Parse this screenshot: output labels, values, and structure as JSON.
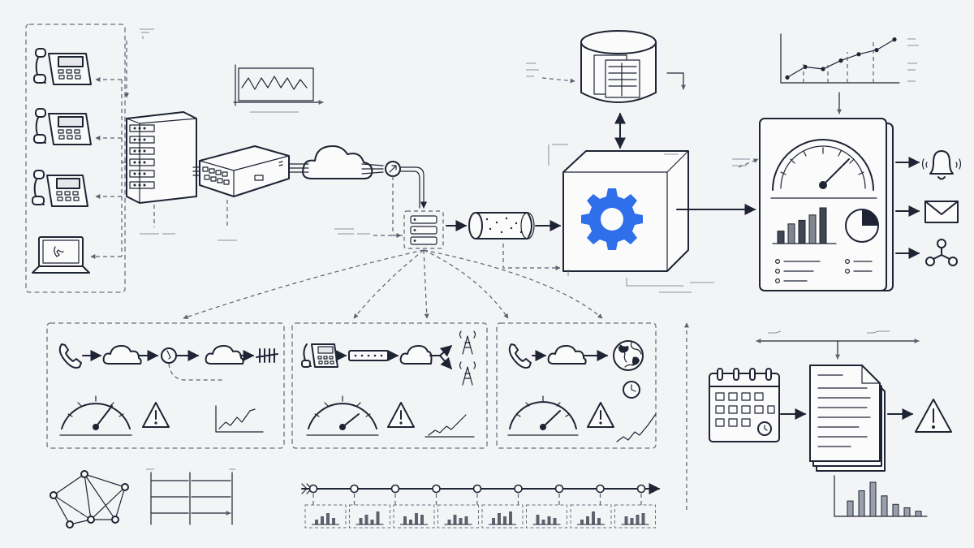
{
  "colors": {
    "ink": "#1e2433",
    "accent": "#2f6fea",
    "background": "#f3f4f6",
    "panel_border": "#6b7080"
  },
  "icons": [
    "desk-phone-icon",
    "laptop-icon",
    "server-rack-icon",
    "router-icon",
    "cloud-icon",
    "splitter-node-icon",
    "switch-icon",
    "pipe-cylinder-icon",
    "database-icon",
    "gear-icon",
    "dashboard-icon",
    "gauge-icon",
    "bar-chart-icon",
    "pie-chart-icon",
    "bell-icon",
    "envelope-icon",
    "network-share-icon",
    "handset-icon",
    "globe-icon",
    "clock-icon",
    "antenna-tower-icon",
    "warning-icon",
    "calendar-icon",
    "document-stack-icon",
    "network-graph-icon",
    "timeline-icon"
  ],
  "dashboard_bars": [
    0.35,
    0.55,
    0.65,
    0.8,
    1.0
  ],
  "dashboard_pie_fraction": 0.25,
  "report_bars": [
    0.45,
    0.75,
    1.0,
    0.6,
    0.35,
    0.25,
    0.15
  ],
  "top_trend": [
    0.05,
    0.3,
    0.25,
    0.45,
    0.6,
    0.7,
    0.95
  ],
  "timeline_node_count": 9,
  "mini_chart_count": 8
}
